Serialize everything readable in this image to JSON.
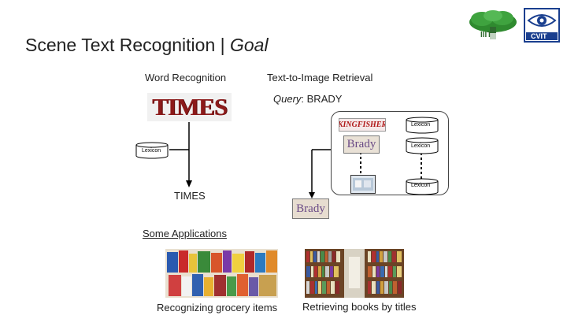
{
  "slide": {
    "title_main": "Scene Text Recognition | ",
    "title_goal": "Goal",
    "word_recognition_label": "Word Recognition",
    "retrieval_label": "Text-to-Image Retrieval",
    "query_prefix": "Query",
    "query_value": ": BRADY",
    "times_image_text": "TIMES",
    "times_output": "TIMES",
    "lexicon_label": "Lexicon",
    "kingfisher_image_text": "KINGFISHER",
    "brady_image_text": "Brady",
    "result_image_text": "Brady",
    "applications_heading": "Some Applications",
    "grocery_caption": "Recognizing grocery items",
    "books_caption": "Retrieving books by titles",
    "logo_left_text": "IIIT",
    "logo_right_text": "CVIT"
  },
  "colors": {
    "times_red": "#8c1a1a",
    "logo_green": "#2f8a2f",
    "logo_blue": "#1a3f8f"
  },
  "icons": [
    "tree-logo-icon",
    "cvit-eye-logo-icon",
    "database-cylinder-icon",
    "arrow-down-icon"
  ]
}
